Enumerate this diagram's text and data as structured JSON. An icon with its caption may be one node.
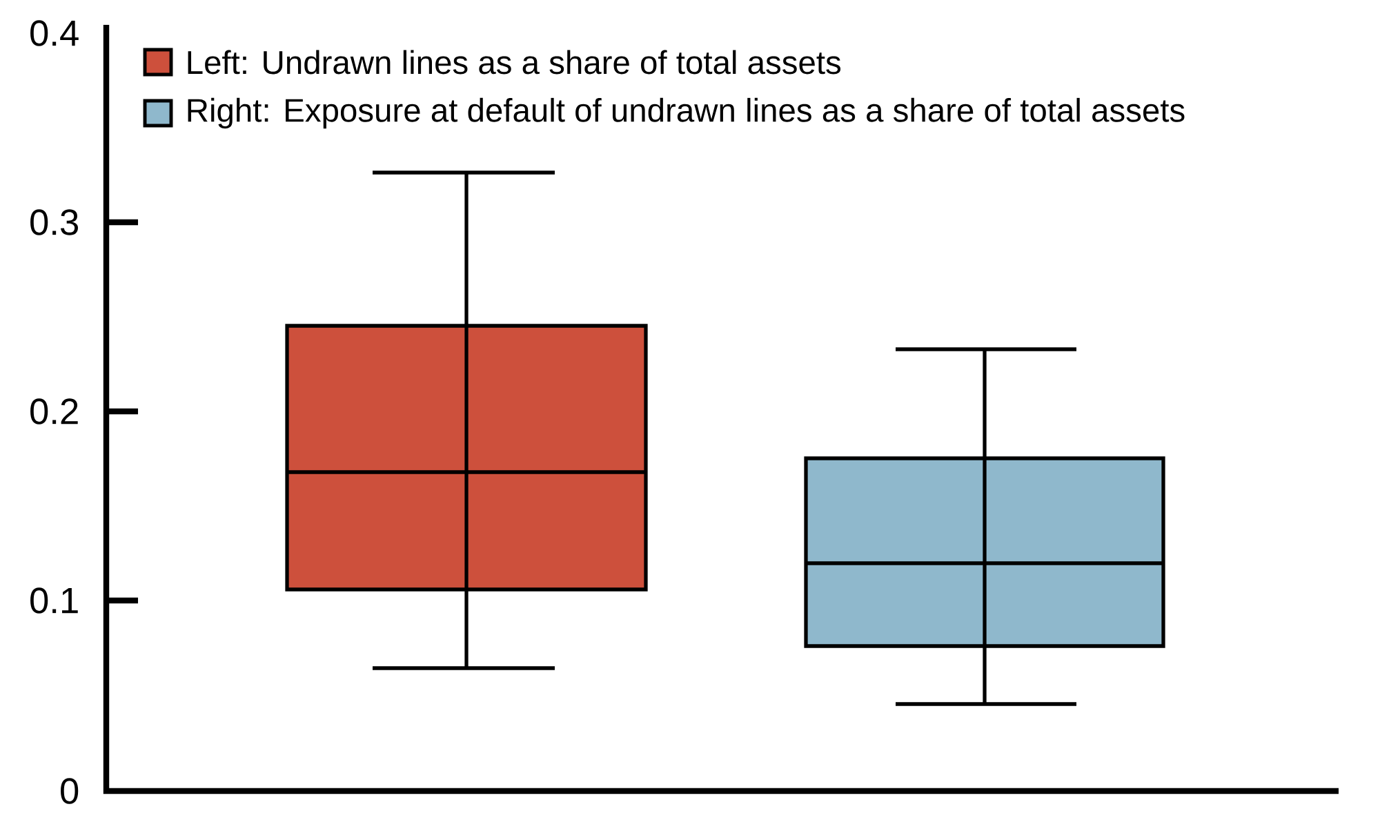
{
  "diagram": {
    "labels": [
      "0.4",
      "0.3",
      "0.2",
      "0.1",
      "0"
    ],
    "legend": [
      {
        "text": "Left: Undrawn lines as a share of total assets",
        "color": "#cd503c"
      },
      {
        "text": "Right: Exposure at default of undrawn lines as a share of total assets",
        "color": "#8fb8cc"
      }
    ]
  }
}
